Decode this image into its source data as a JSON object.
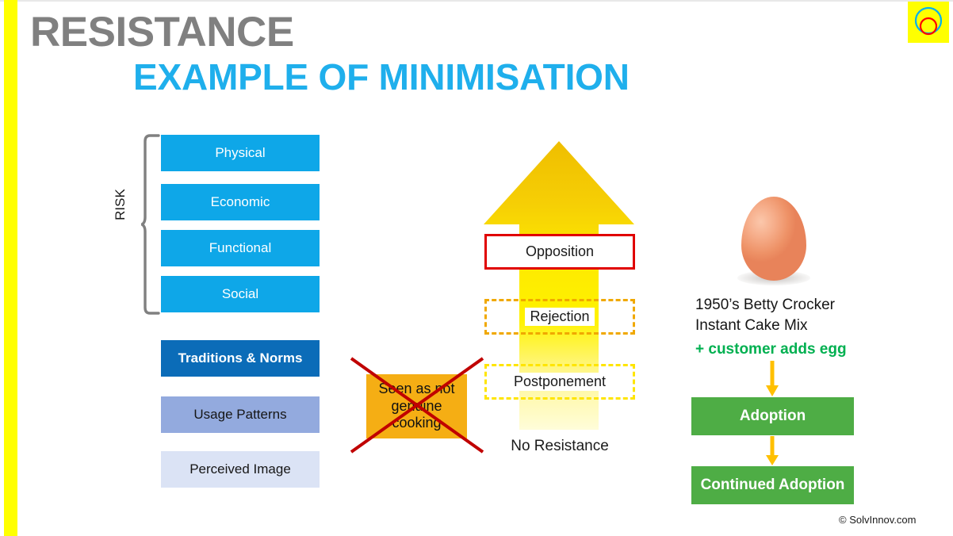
{
  "slide": {
    "title_main": "RESISTANCE",
    "title_sub": "EXAMPLE OF MINIMISATION",
    "footer": "© SolvInnov.com",
    "colors": {
      "title_gray": "#808080",
      "title_cyan": "#1FAFEC",
      "stripe_yellow": "#FFFF00",
      "risk_blue": "#0EA7E8",
      "norm_dark_blue": "#0B6CB8",
      "norm_mid_blue": "#93AADE",
      "norm_light_blue": "#DBE3F5",
      "arrow_gold": "#F2C200",
      "arrow_pale": "#FFFCBF",
      "opposition_red": "#E00000",
      "rejection_orange": "#F0A800",
      "postponement_yellow": "#FFE500",
      "cross_orange": "#F5AE14",
      "cross_red": "#C00000",
      "green_box": "#4EAD45",
      "green_text": "#00B050",
      "egg_peach": "#F6AE8B",
      "brace_gray": "#808080"
    }
  },
  "logo": {
    "name": "solvinnov-logo",
    "background": "#FFFF00",
    "outer_circle_color": "#00B0F0",
    "inner_circle_color": "#FF0000"
  },
  "risk_group": {
    "label": "RISK",
    "items": [
      {
        "label": "Physical"
      },
      {
        "label": "Economic"
      },
      {
        "label": "Functional"
      },
      {
        "label": "Social"
      }
    ]
  },
  "norm_group": {
    "items": [
      {
        "label": "Traditions & Norms"
      },
      {
        "label": "Usage Patterns"
      },
      {
        "label": "Perceived Image"
      }
    ]
  },
  "resistance_scale": {
    "stages": [
      {
        "label": "Opposition",
        "border_style": "solid",
        "border_color": "#E00000"
      },
      {
        "label": "Rejection",
        "border_style": "dashed",
        "border_color": "#F0A800"
      },
      {
        "label": "Postponement",
        "border_style": "dash-dot",
        "border_color": "#FFE500"
      }
    ],
    "baseline_label": "No Resistance"
  },
  "crossed_out": {
    "label": "Seen as not genuine cooking"
  },
  "case_study": {
    "egg_icon": "egg-illustration",
    "line1": "1950’s Betty Crocker",
    "line2": "Instant Cake Mix",
    "line3": "+ customer adds egg",
    "outcomes": [
      {
        "label": "Adoption"
      },
      {
        "label": "Continued Adoption"
      }
    ]
  }
}
